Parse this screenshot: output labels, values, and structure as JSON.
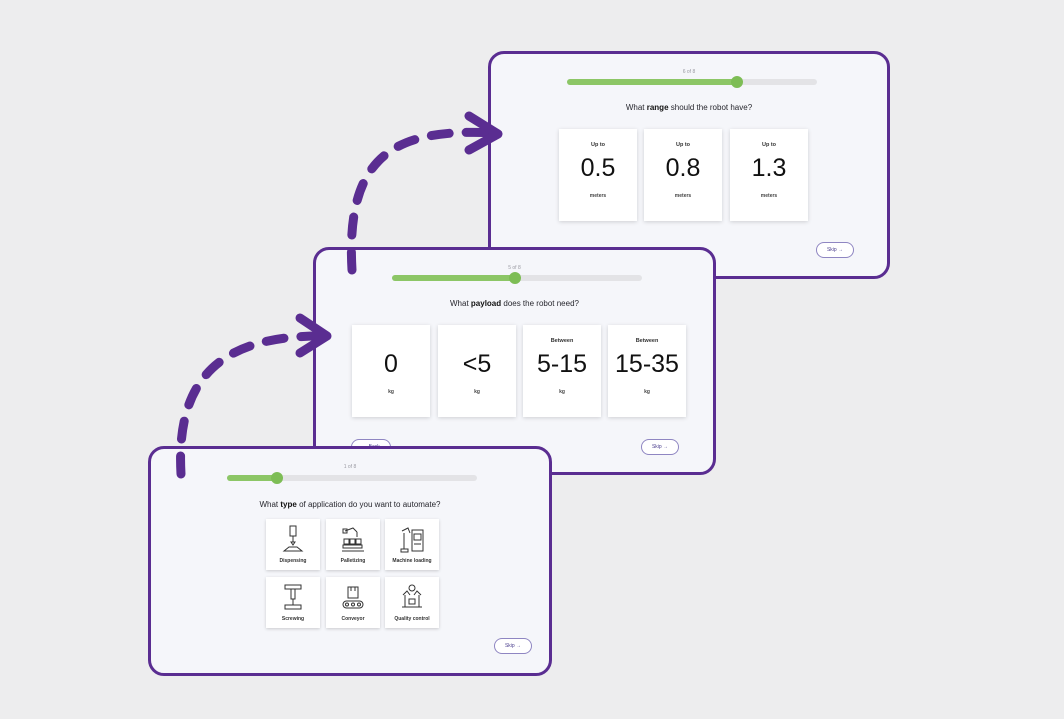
{
  "screens": {
    "range": {
      "step": "6 of 8",
      "progress": 0.68,
      "question_pre": "What ",
      "question_bold": "range",
      "question_post": " should the robot have?",
      "options": [
        {
          "top": "Up to",
          "value": "0.5",
          "unit": "meters"
        },
        {
          "top": "Up to",
          "value": "0.8",
          "unit": "meters"
        },
        {
          "top": "Up to",
          "value": "1.3",
          "unit": "meters"
        }
      ],
      "skip_label": "Skip →"
    },
    "payload": {
      "step": "5 of 8",
      "progress": 0.49,
      "question_pre": "What ",
      "question_bold": "payload",
      "question_post": " does the robot need?",
      "options": [
        {
          "top": "",
          "value": "0",
          "unit": "kg"
        },
        {
          "top": "",
          "value": "<5",
          "unit": "kg"
        },
        {
          "top": "Between",
          "value": "5-15",
          "unit": "kg"
        },
        {
          "top": "Between",
          "value": "15-35",
          "unit": "kg"
        }
      ],
      "back_label": "← Back",
      "skip_label": "Skip →"
    },
    "type": {
      "step": "1 of 8",
      "progress": 0.2,
      "question_pre": "What ",
      "question_bold": "type",
      "question_post": " of application do you want to automate?",
      "options": [
        {
          "label": "Dispensing",
          "icon": "dispensing-icon"
        },
        {
          "label": "Palletizing",
          "icon": "palletizing-icon"
        },
        {
          "label": "Machine loading",
          "icon": "machine-loading-icon"
        },
        {
          "label": "Screwing",
          "icon": "screwing-icon"
        },
        {
          "label": "Conveyor",
          "icon": "conveyor-icon"
        },
        {
          "label": "Quality control",
          "icon": "quality-control-icon"
        }
      ],
      "skip_label": "Skip →"
    }
  },
  "colors": {
    "frame": "#5a2d91",
    "arrow": "#5a2d91",
    "progress_fill": "#8cc666",
    "background": "#ededee"
  }
}
